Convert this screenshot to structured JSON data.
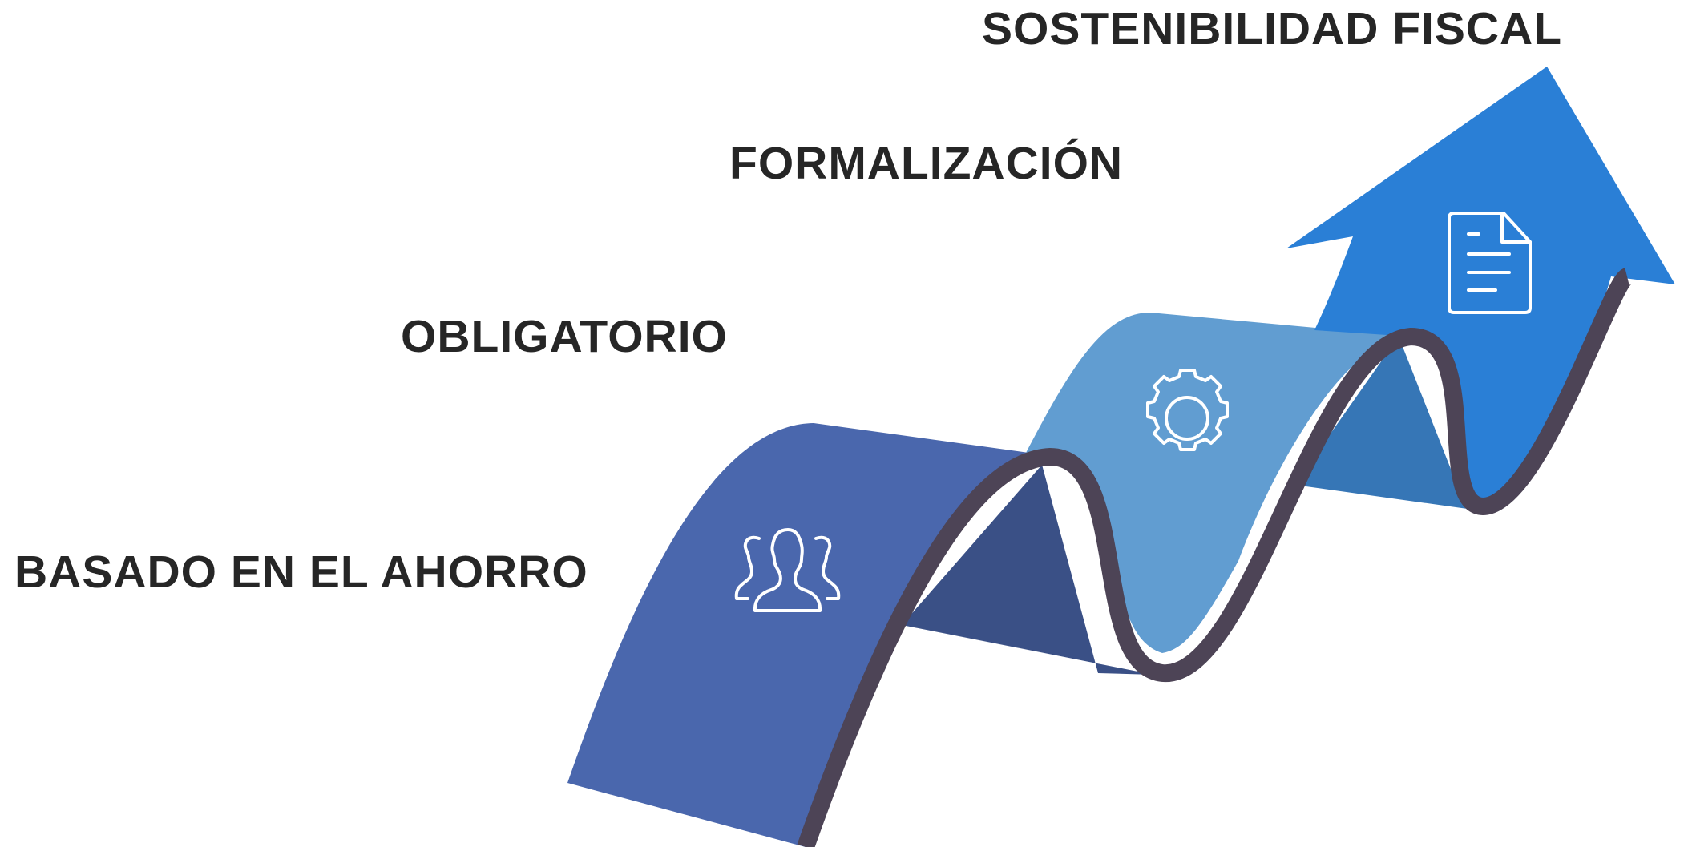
{
  "stages": [
    {
      "label": "BASADO EN EL AHORRO",
      "icon": "users-group-icon",
      "color": "#4a67ad"
    },
    {
      "label": "OBLIGATORIO",
      "icon": "gear-icon",
      "color": "#619dd1"
    },
    {
      "label": "FORMALIZACIÓN",
      "icon": "document-icon",
      "color": "#2a7fd6"
    },
    {
      "label": "SOSTENIBILIDAD FISCAL",
      "icon": "arrow-head",
      "color": "#2a7fd6"
    }
  ],
  "colors": {
    "ribbon_edge": "#4d4456",
    "ribbon_back_dark": "#3a5086",
    "ribbon_back_mid": "#3676b6",
    "text": "#262626",
    "icon_stroke": "#ffffff"
  }
}
